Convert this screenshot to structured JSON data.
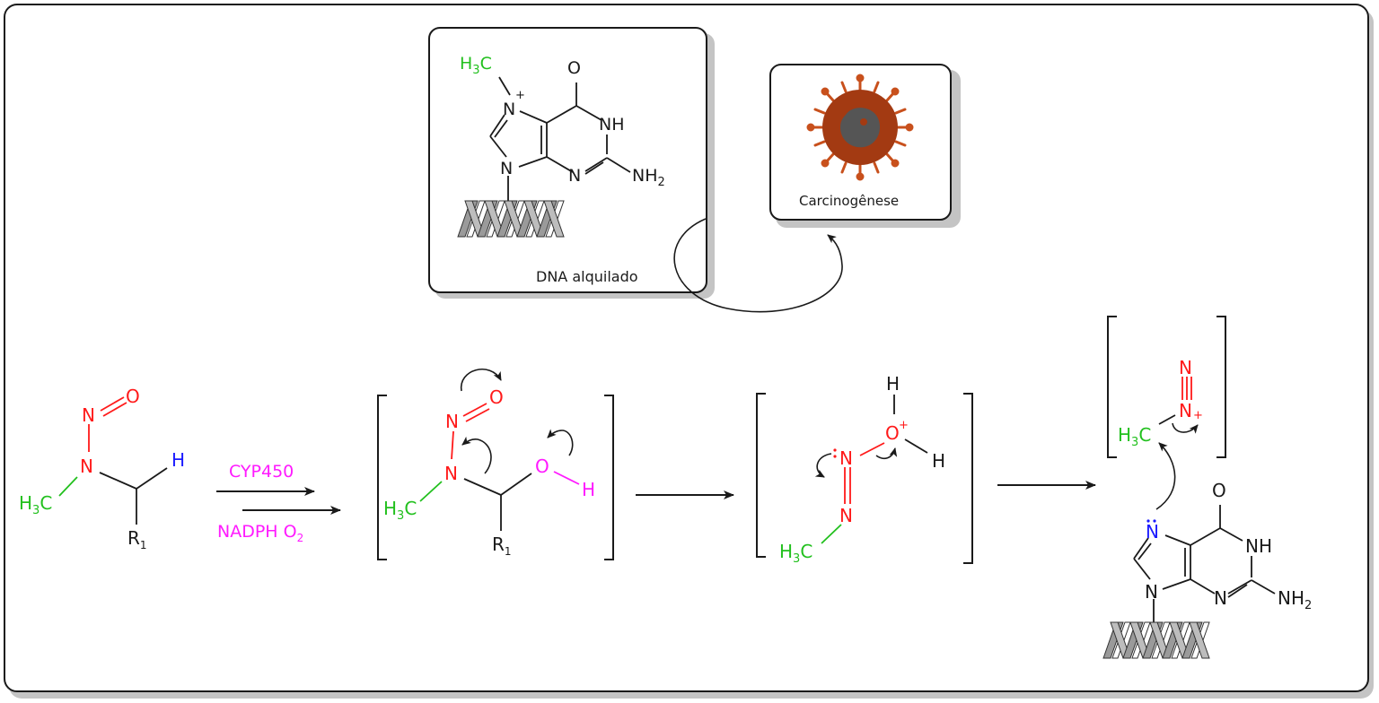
{
  "colors": {
    "black": "#1a1a1a",
    "green": "#22c01e",
    "red": "#ff1a1a",
    "blue": "#1a1aff",
    "magenta": "#ff1aff",
    "shadow": "#c4c4c4",
    "cell_dark": "#a33a12",
    "cell_spike": "#c8501c",
    "cell_nucleus": "#555555"
  },
  "top_panels": {
    "dna_box": {
      "caption": "DNA alquilado",
      "molecule": {
        "methyl": "H3C",
        "n7_plus": "N",
        "charge": "+",
        "oxygen": "O",
        "nh": "NH",
        "n_ring": "N",
        "n9": "N",
        "nh2": "NH2"
      }
    },
    "cancer_box": {
      "caption": "Carcinogênese",
      "icon": "cancer-cell-icon"
    }
  },
  "reaction": {
    "step1": {
      "atoms": {
        "o": "O",
        "n_top": "N",
        "n": "N",
        "h": "H",
        "methyl": "H3C",
        "r1": "R1"
      }
    },
    "reagents": {
      "above": "CYP450",
      "below": "NADPH O2"
    },
    "step2": {
      "atoms": {
        "o": "O",
        "n_top": "N",
        "n": "N",
        "oh_o": "O",
        "oh_h": "H",
        "methyl": "H3C",
        "r1": "R1"
      }
    },
    "step3": {
      "atoms": {
        "h_top": "H",
        "o_plus": "O",
        "charge": "+",
        "h_right": "H",
        "n_top": "N",
        "n_bottom": "N",
        "methyl": "H3C"
      }
    },
    "step4": {
      "atoms": {
        "n_top": "N",
        "n_plus": "N",
        "charge": "+",
        "methyl": "H3C"
      }
    },
    "guanine": {
      "atoms": {
        "n7": "N",
        "o": "O",
        "nh": "NH",
        "n9": "N",
        "n3": "N",
        "nh2": "NH2"
      }
    }
  }
}
